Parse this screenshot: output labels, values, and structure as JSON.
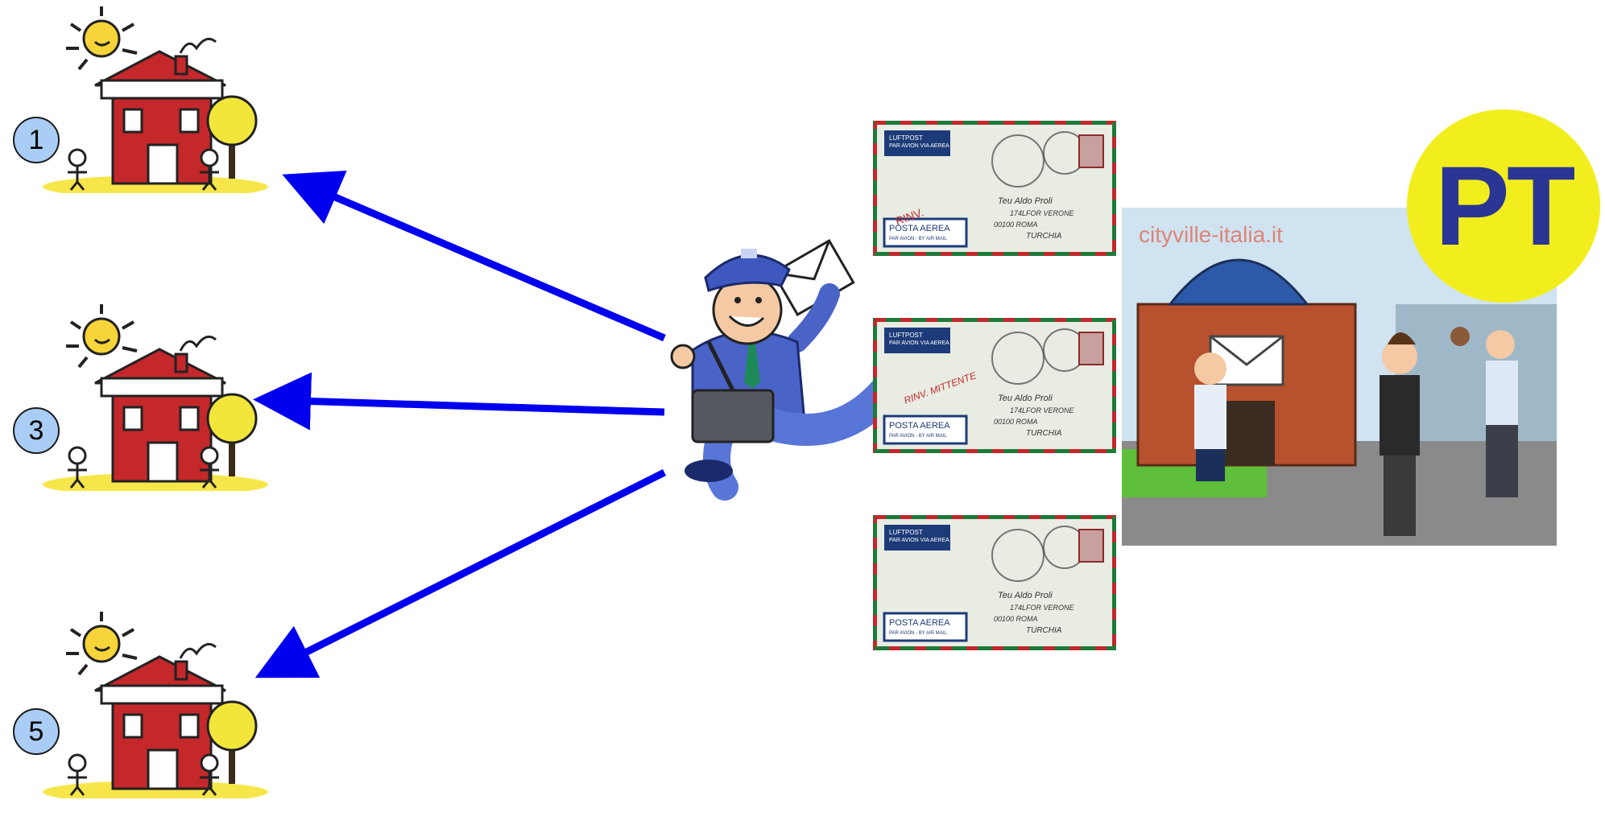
{
  "houses": [
    {
      "number": "1"
    },
    {
      "number": "3"
    },
    {
      "number": "5"
    }
  ],
  "envelope": {
    "airmail_top_line1": "LUFTPOST",
    "airmail_top_line2": "PAR AVION  VIA AEREA",
    "posta_aerea": "POSTA AEREA",
    "posta_aerea_sub": "PAR AVION - BY AIR MAIL",
    "handwritten_stamp": "RINV. MITTENTE",
    "address_line1": "Teu  Aldo Proli",
    "address_line2": "174LFOR VERONE",
    "address_line3": "00100  ROMA",
    "address_line4": "TURCHIA"
  },
  "scene": {
    "watermark": "cityville-italia.it"
  },
  "logo": {
    "text": "PT",
    "circle_color": "#f2ee1d",
    "text_color": "#2b3593"
  },
  "colors": {
    "arrow": "#0000ee",
    "postman_uniform": "#4a63c7",
    "house_red": "#c4282b",
    "badge_fill": "#a9cdf5"
  }
}
